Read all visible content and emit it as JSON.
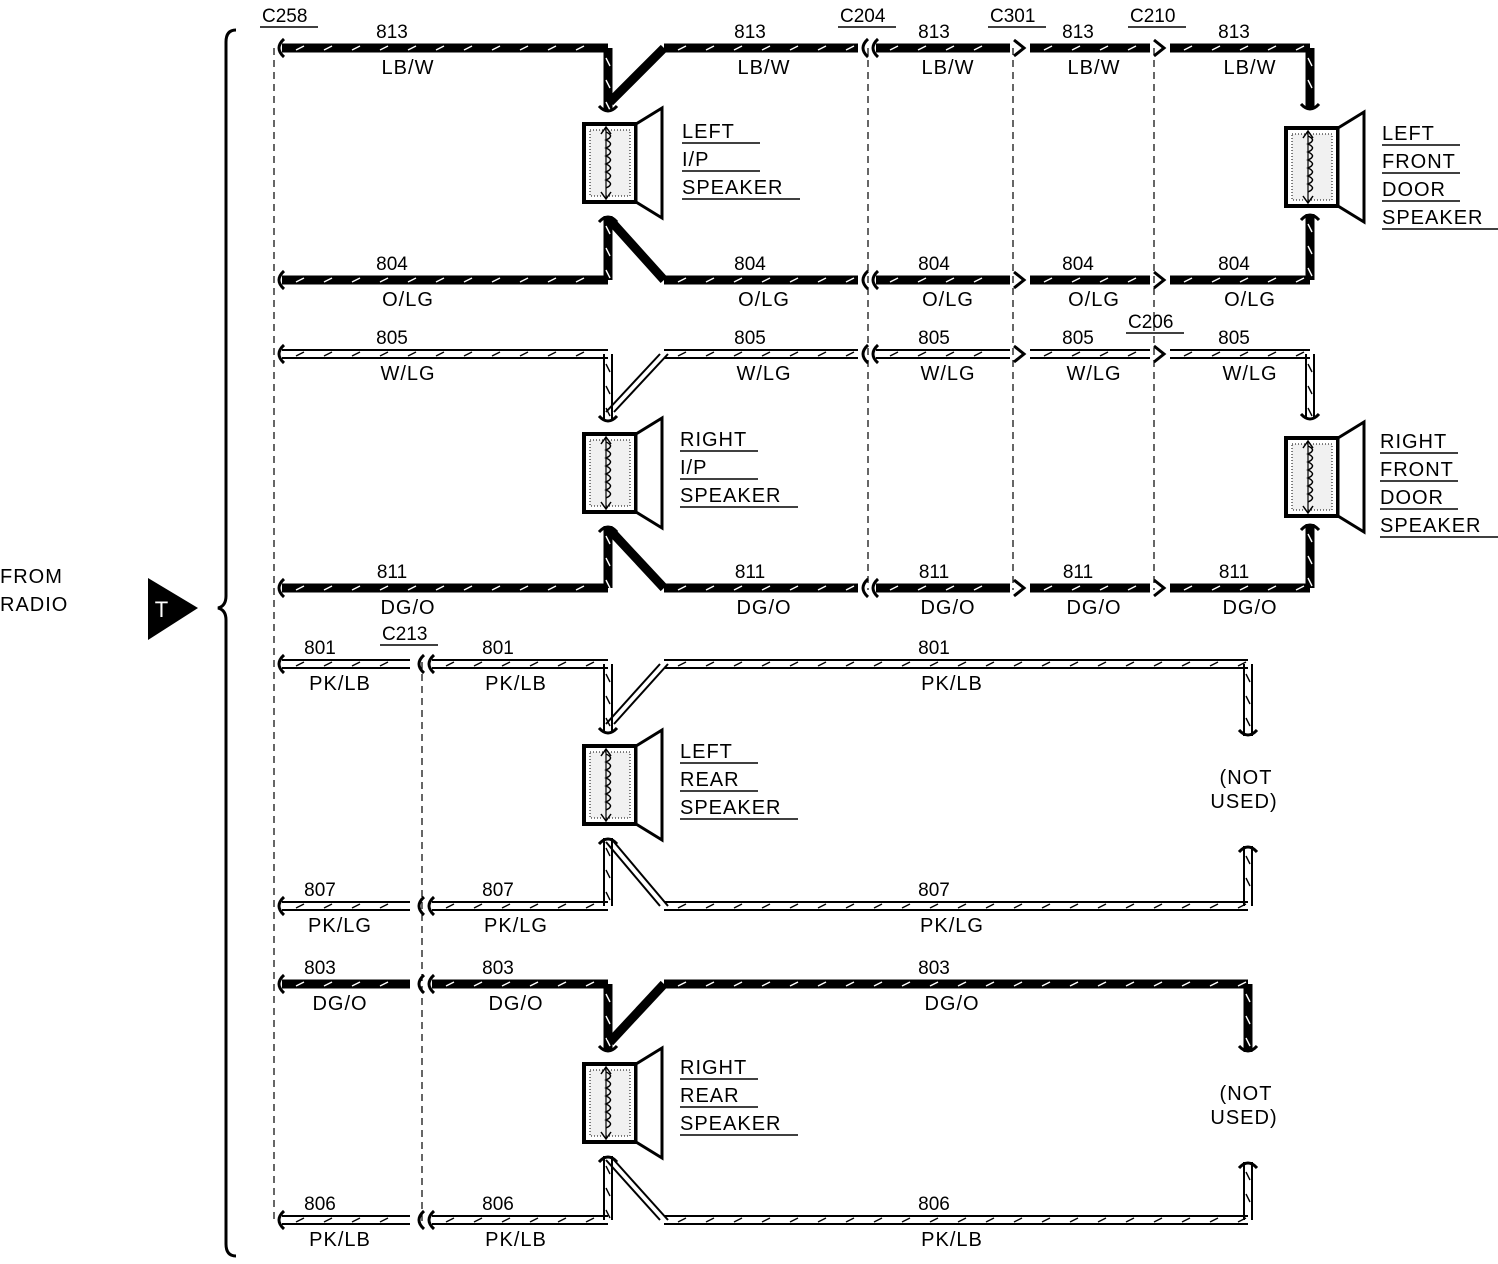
{
  "source": {
    "label_line1": "FROM",
    "label_line2": "RADIO",
    "marker": "T"
  },
  "connectors": {
    "c258": "C258",
    "c204": "C204",
    "c301": "C301",
    "c210": "C210",
    "c206": "C206",
    "c213": "C213"
  },
  "speakers": {
    "left_ip": [
      "LEFT",
      "I/P",
      "SPEAKER"
    ],
    "right_ip": [
      "RIGHT",
      "I/P",
      "SPEAKER"
    ],
    "left_front_door": [
      "LEFT",
      "FRONT",
      "DOOR",
      "SPEAKER"
    ],
    "right_front_door": [
      "RIGHT",
      "FRONT",
      "DOOR",
      "SPEAKER"
    ],
    "left_rear": [
      "LEFT",
      "REAR",
      "SPEAKER"
    ],
    "right_rear": [
      "RIGHT",
      "REAR",
      "SPEAKER"
    ]
  },
  "not_used": [
    "(NOT",
    "USED)"
  ],
  "circuits": {
    "c813": {
      "num": "813",
      "color": "LB/W"
    },
    "c804": {
      "num": "804",
      "color": "O/LG"
    },
    "c805": {
      "num": "805",
      "color": "W/LG"
    },
    "c811": {
      "num": "811",
      "color": "DG/O"
    },
    "c801": {
      "num": "801",
      "color": "PK/LB"
    },
    "c807": {
      "num": "807",
      "color": "PK/LG"
    },
    "c803": {
      "num": "803",
      "color": "DG/O"
    },
    "c806": {
      "num": "806",
      "color": "PK/LB"
    }
  }
}
